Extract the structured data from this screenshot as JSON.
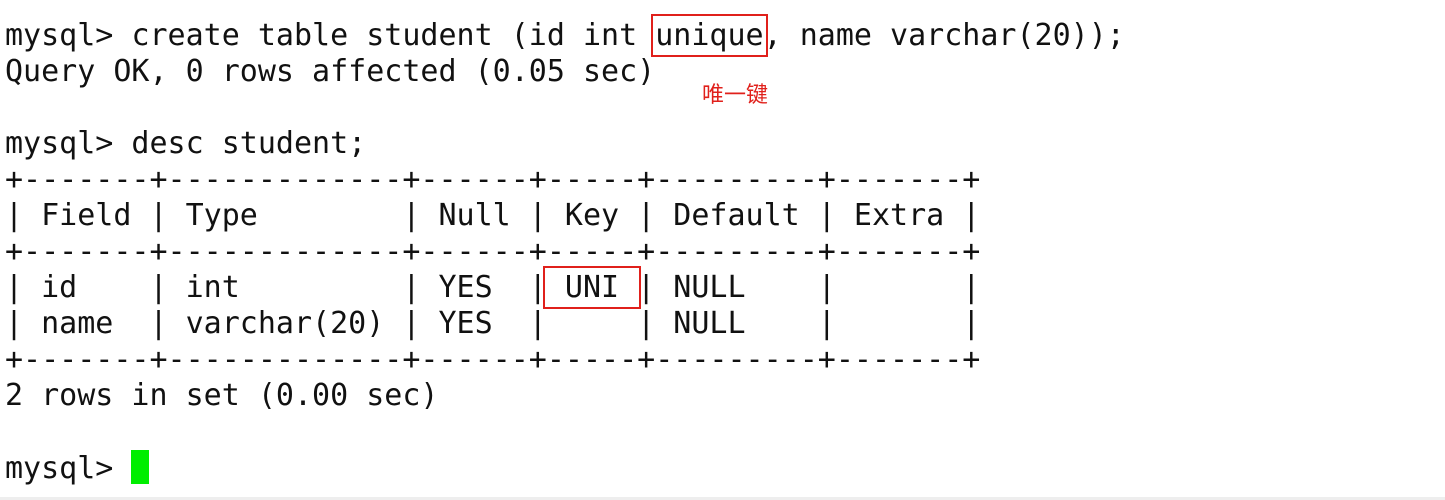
{
  "terminal": {
    "lines": {
      "create_prompt": "mysql> ",
      "create_pre": "create table student (id int ",
      "create_keyword": "unique",
      "create_post": ", name varchar(20));",
      "query_ok": "Query OK, 0 rows affected (0.05 sec)",
      "desc_command": "mysql> desc student;",
      "border": "+-------+-------------+------+-----+---------+-------+",
      "header": "| Field | Type        | Null | Key | Default | Extra |",
      "row1_pre": "| id    | int         | YES  |",
      "row1_key": " UNI ",
      "row1_post": "| NULL    |       |",
      "row2": "| name  | varchar(20) | YES  |     | NULL    |       |",
      "result": "2 rows in set (0.00 sec)",
      "final_prompt": "mysql> "
    },
    "annotation": "唯一键"
  },
  "colors": {
    "text": "#111111",
    "highlight_box": "#e0201b",
    "annotation": "#e0201b",
    "cursor": "#00ee00",
    "background": "#ffffff"
  },
  "table": {
    "columns": [
      "Field",
      "Type",
      "Null",
      "Key",
      "Default",
      "Extra"
    ],
    "rows": [
      [
        "id",
        "int",
        "YES",
        "UNI",
        "NULL",
        ""
      ],
      [
        "name",
        "varchar(20)",
        "YES",
        "",
        "NULL",
        ""
      ]
    ]
  }
}
